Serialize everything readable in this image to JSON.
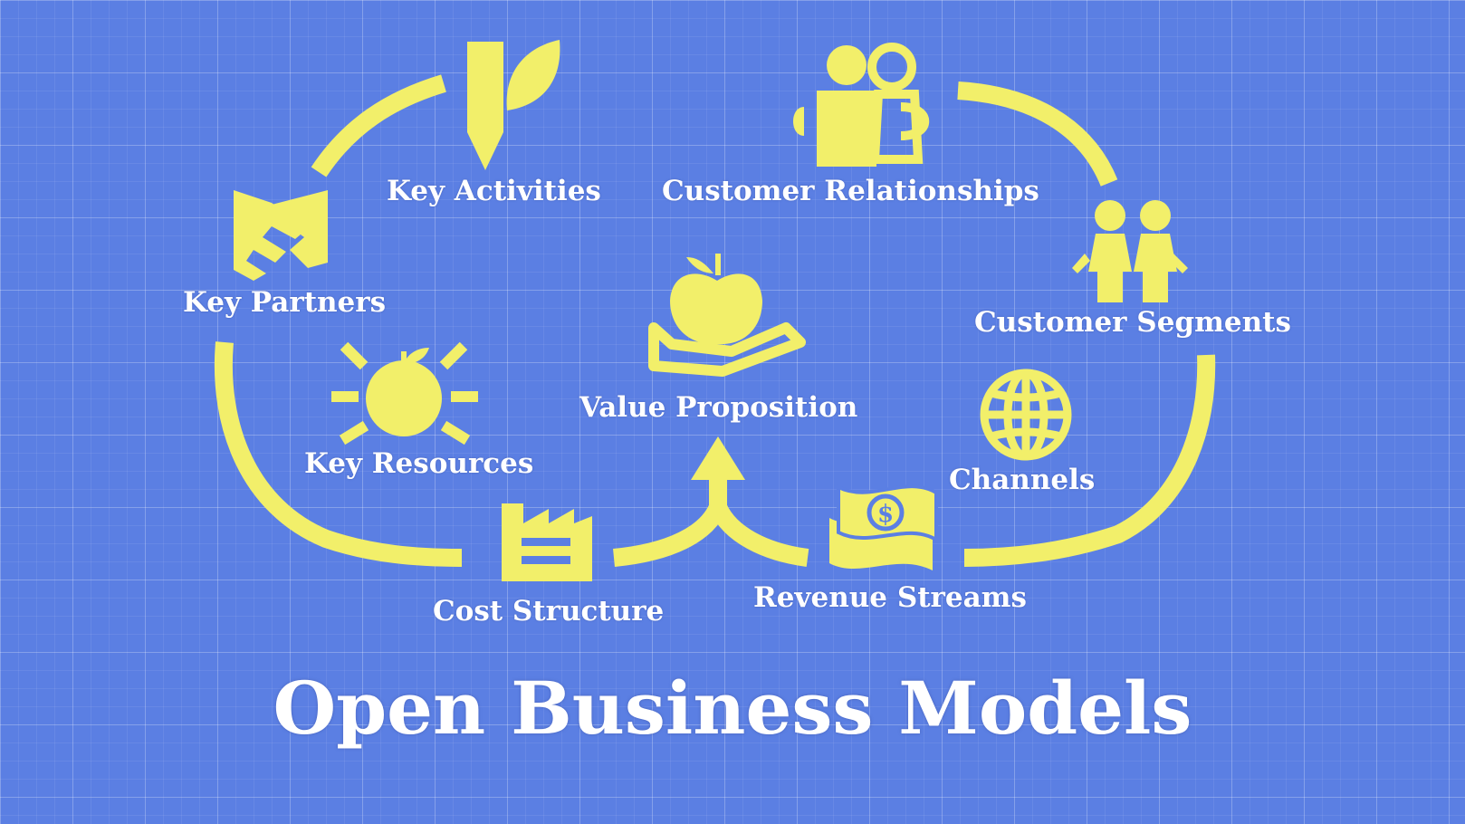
{
  "title": "Open Business Models",
  "colors": {
    "background": "#5b7fe3",
    "accent": "#f2ef6a",
    "text": "#ffffff"
  },
  "blocks": {
    "key_partners": {
      "label": "Key Partners",
      "icon": "handshake-icon"
    },
    "key_activities": {
      "label": "Key Activities",
      "icon": "pencil-leaf-icon"
    },
    "key_resources": {
      "label": "Key Resources",
      "icon": "shining-apple-icon"
    },
    "value_proposition": {
      "label": "Value Proposition",
      "icon": "apple-in-hand-icon"
    },
    "customer_relationships": {
      "label": "Customer Relationships",
      "icon": "two-people-icon"
    },
    "customer_segments": {
      "label": "Customer Segments",
      "icon": "people-group-icon"
    },
    "channels": {
      "label": "Channels",
      "icon": "globe-icon"
    },
    "cost_structure": {
      "label": "Cost Structure",
      "icon": "factory-icon"
    },
    "revenue_streams": {
      "label": "Revenue Streams",
      "icon": "money-icon"
    }
  }
}
